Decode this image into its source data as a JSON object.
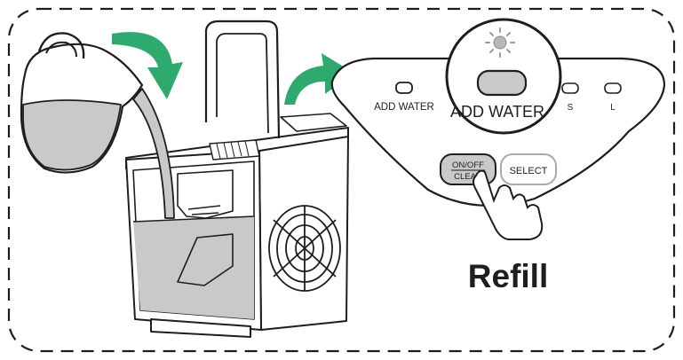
{
  "illustration": {
    "caption": "Refill",
    "arrow_color": "#2eaa6f",
    "accent_color": "#1e1e1e",
    "water_color": "#c9c9c9",
    "panel": {
      "add_water_small": "ADD WATER",
      "add_water_zoom": "ADD WATER",
      "size_small": "S",
      "size_large": "L",
      "on_off": "ON/OFF",
      "clean": "CLEAN",
      "select": "SELECT"
    },
    "icons": [
      "pitcher-icon",
      "ice-maker-icon",
      "arrow-icon",
      "light-icon",
      "hand-pointer-icon"
    ]
  }
}
